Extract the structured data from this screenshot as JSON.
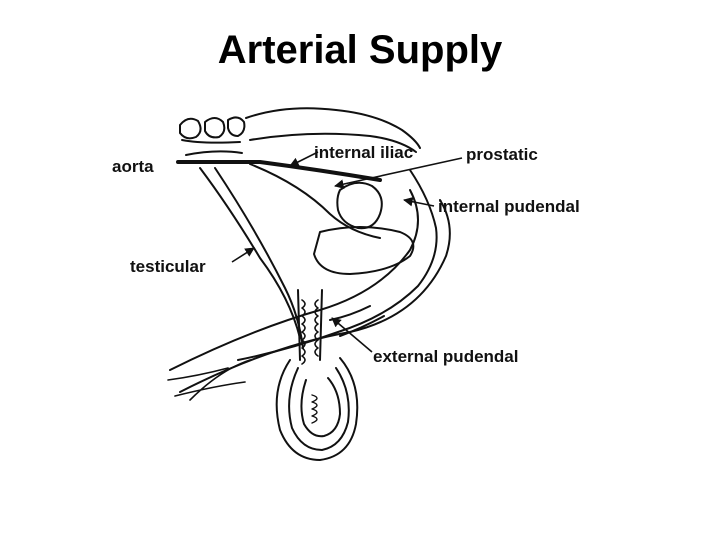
{
  "slide": {
    "title": "Arterial Supply"
  },
  "labels": {
    "aorta": "aorta",
    "internal_iliac": "internal iliac",
    "prostatic": "prostatic",
    "internal_pudendal": "internal pudendal",
    "testicular": "testicular",
    "external_pudendal": "external pudendal"
  }
}
